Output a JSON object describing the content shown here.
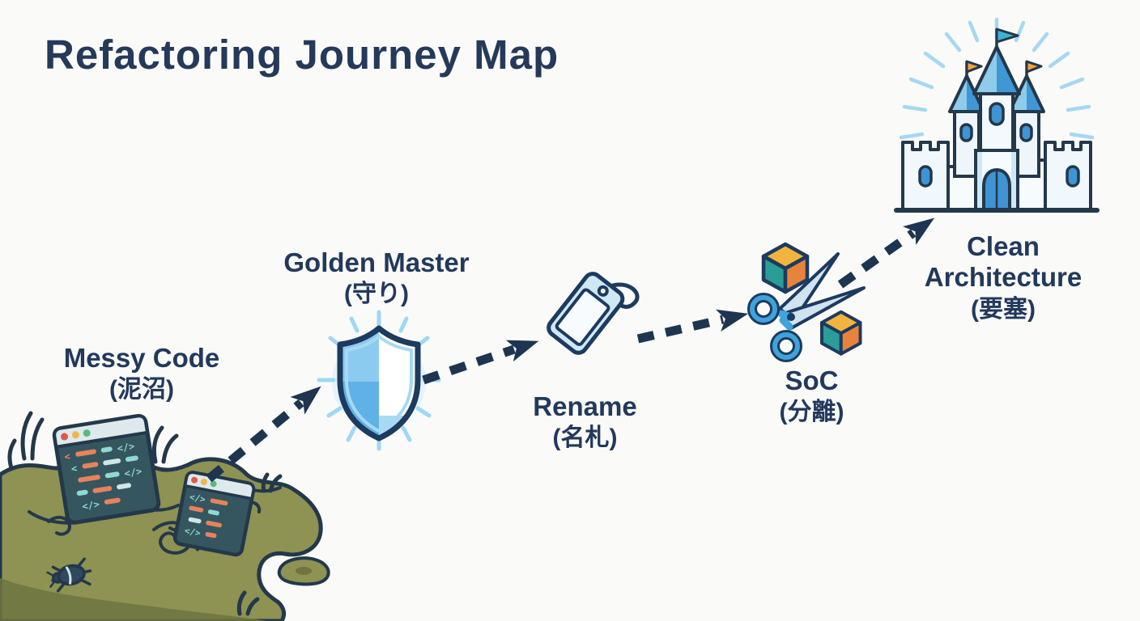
{
  "title": "Refactoring Journey Map",
  "stages": [
    {
      "id": "messy-code",
      "label": "Messy Code",
      "sublabel": "(泥沼)",
      "icon": "swamp-code-windows-icon"
    },
    {
      "id": "golden-master",
      "label": "Golden Master",
      "sublabel": "(守り)",
      "icon": "glowing-shield-icon"
    },
    {
      "id": "rename",
      "label": "Rename",
      "sublabel": "(名札)",
      "icon": "name-tag-icon"
    },
    {
      "id": "soc",
      "label": "SoC",
      "sublabel": "(分離)",
      "icon": "scissors-and-modules-icon"
    },
    {
      "id": "clean-architecture",
      "label": "Clean Architecture",
      "sublabel": "(要塞)",
      "icon": "castle-icon"
    }
  ],
  "flow": {
    "style": "dashed-arrows",
    "direction": "bottom-left swamp ascending to top-right castle",
    "arrow_count": 4
  },
  "colors": {
    "background": "#fafaf8",
    "text_navy": "#25395a",
    "arrow_navy": "#1d3550",
    "outline_navy": "#23384a",
    "glow_blue": "#9ed8f4",
    "shield_blue": "#5fb2e6",
    "shield_light_blue": "#8ccbf0",
    "tag_fill": "#cfe8f6",
    "castle_roof_blue": "#3f97d6",
    "mud_olive": "#8e9252",
    "mud_dark": "#6f7440",
    "window_slate": "#35565f",
    "code_orange": "#e8825a",
    "code_teal": "#8fd9d2",
    "cube_orange": "#e8833c",
    "cube_teal": "#2a9d97",
    "cube_yellow": "#f2b43e",
    "flag_orange": "#f2a13c",
    "flag_teal": "#3eb1d6"
  }
}
